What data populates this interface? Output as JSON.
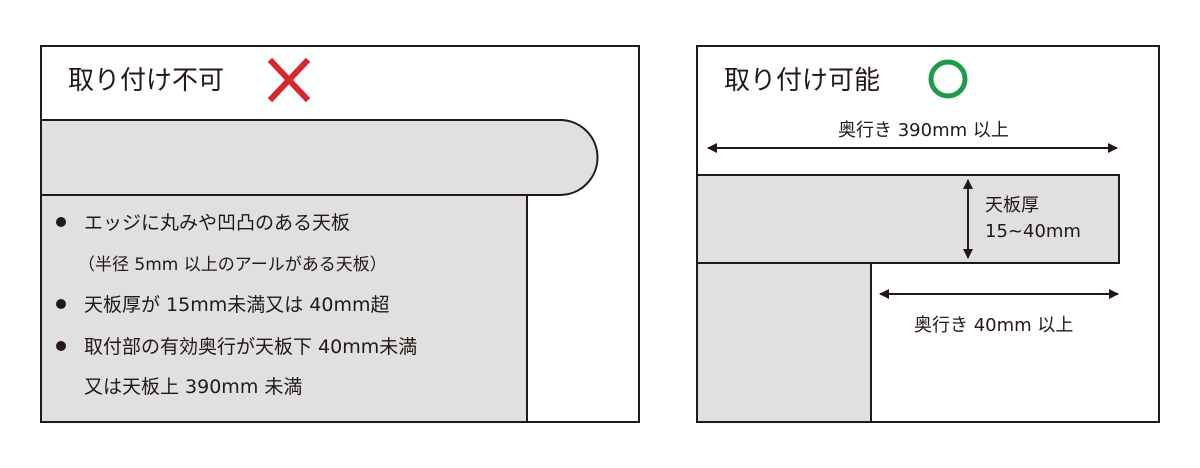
{
  "left_panel": {
    "title": "取り付け不可",
    "status_icon": "cross-icon",
    "status_color": "#d7282f",
    "conditions": [
      "エッジに丸みや凹凸のある天板",
      "（半径 5mm 以上のアールがある天板）",
      "天板厚が 15mm未満又は 40mm超",
      "取付部の有効奥行が天板下 40mm未満",
      "又は天板上 390mm 未満"
    ]
  },
  "right_panel": {
    "title": "取り付け可能",
    "status_icon": "circle-ok-icon",
    "status_color": "#1e9b4a",
    "depth_top_label": "奥行き 390mm 以上",
    "thickness_label_1": "天板厚",
    "thickness_label_2": "15~40mm",
    "depth_bottom_label": "奥行き 40mm 以上"
  },
  "colors": {
    "fill": "#e0e0e0",
    "stroke": "#231815"
  }
}
